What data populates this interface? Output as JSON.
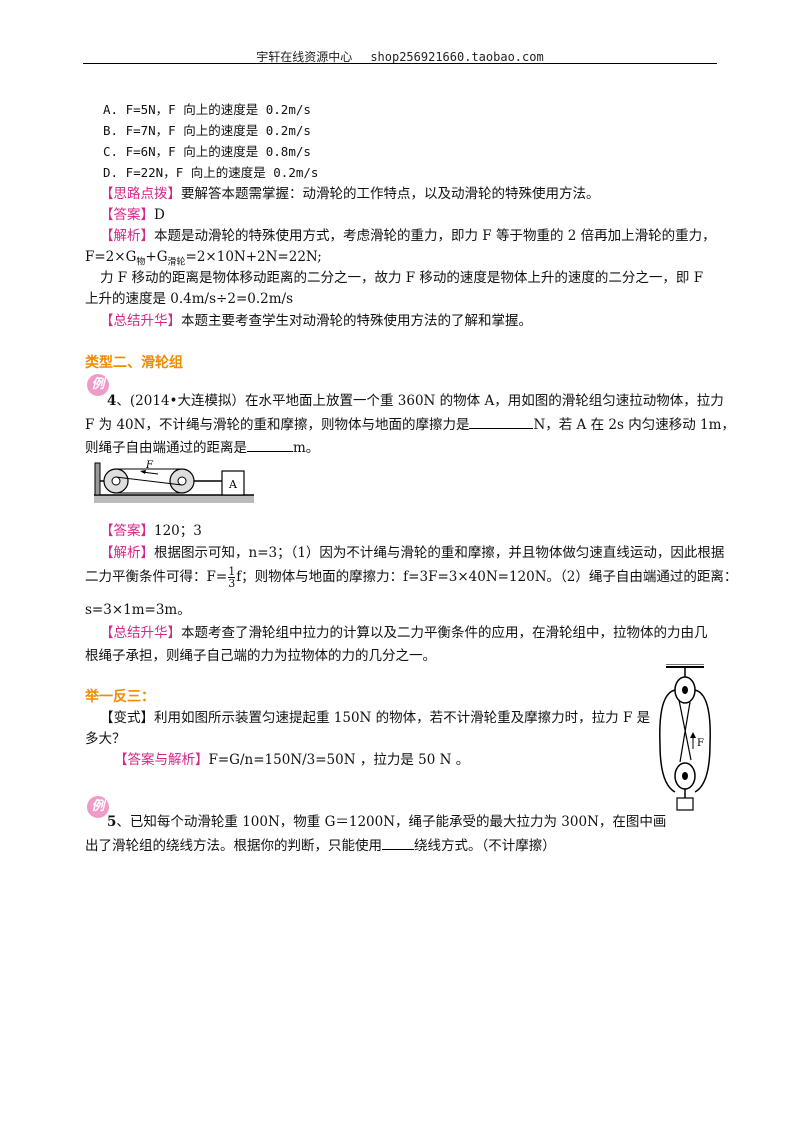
{
  "header": {
    "left": "宇轩在线资源中心",
    "right": "shop256921660.taobao.com"
  },
  "options": [
    "A. F=5N，F 向上的速度是 0.2m/s",
    "B. F=7N，F 向上的速度是 0.2m/s",
    "C. F=6N，F 向上的速度是 0.8m/s",
    "D. F=22N，F 向上的速度是 0.2m/s"
  ],
  "q3": {
    "hint_tag": "【思路点拨】",
    "hint_text": "要解答本题需掌握：动滑轮的工作特点，以及动滑轮的特殊使用方法。",
    "answer_tag": "【答案】",
    "answer_text": "D",
    "analysis_tag": "【解析】",
    "analysis_l1": "本题是动滑轮的特殊使用方式，考虑滑轮的重力，即力 F 等于物重的 2 倍再加上滑轮的重力，",
    "formula_a": "F=2×G",
    "formula_sub1": "物",
    "formula_b": "+G",
    "formula_sub2": "滑轮",
    "formula_c": "=2×10N+2N=22N;",
    "analysis_l3": "力 F 移动的距离是物体移动距离的二分之一，故力 F 移动的速度是物体上升的速度的二分之一，即 F",
    "analysis_l4": "上升的速度是 0.4m/s÷2=0.2m/s",
    "summary_tag": "【总结升华】",
    "summary_text": "本题主要考查学生对动滑轮的特殊使用方法的了解和掌握。"
  },
  "section2_title": "类型二、滑轮组",
  "example_badge": "例",
  "q4": {
    "number": "4",
    "l1": "、(2014•大连模拟）在水平地面上放置一个重 360N 的物体 A，用如图的滑轮组匀速拉动物体，拉力",
    "l2a": "F 为 40N，不计绳与滑轮的重和摩擦，则物体与地面的摩擦力是",
    "l2b": "N，若 A 在 2s 内匀速移动 1m，",
    "l3a": "则绳子自由端通过的距离是",
    "l3b": "m。",
    "fig_F": "F",
    "fig_A": "A",
    "answer_tag": "【答案】",
    "answer_text": "120；3",
    "analysis_tag": "【解析】",
    "analysis_l1": "根据图示可知，n=3；（1）因为不计绳与滑轮的重和摩擦，并且物体做匀速直线运动，因此根据",
    "analysis_l2a": "二力平衡条件可得：F=",
    "frac_num": "1",
    "frac_den": "3",
    "analysis_l2b": "f；则物体与地面的摩擦力：f=3F=3×40N=120N。（2）绳子自由端通过的距离：",
    "analysis_l3": "s=3×1m=3m。",
    "summary_tag": "【总结升华】",
    "summary_l1": "本题考查了滑轮组中拉力的计算以及二力平衡条件的应用，在滑轮组中，拉物体的力由几",
    "summary_l2": "根绳子承担，则绳子自己端的力为拉物体的力的几分之一。"
  },
  "juyi_title": "举一反三：",
  "variant": {
    "tag": "【变式】",
    "l1": "利用如图所示装置匀速提起重 150N 的物体，若不计滑轮重及摩擦力时，拉力 F 是",
    "l2": "多大？",
    "ans_tag": "【答案与解析】",
    "ans_text": "F=G/n=150N/3=50N ，拉力是 50 N 。",
    "fig_F": "F"
  },
  "q5": {
    "number": "5",
    "l1": "、已知每个动滑轮重 100N，物重 G＝1200N，绳子能承受的最大拉力为 300N，在图中画",
    "l2a": "出了滑轮组的绕线方法。根据你的判断，只能使用",
    "l2b": "绕线方式。（不计摩擦）"
  }
}
